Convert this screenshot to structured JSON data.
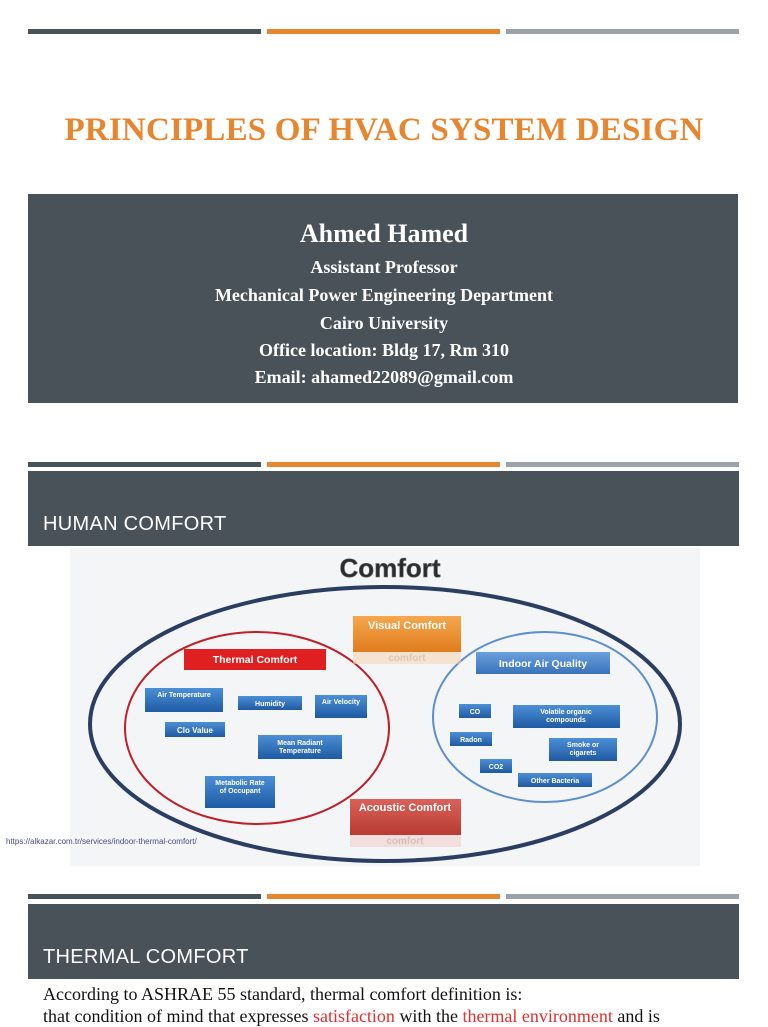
{
  "slide1": {
    "title": "PRINCIPLES OF HVAC SYSTEM DESIGN",
    "author": {
      "name": "Ahmed Hamed",
      "position": "Assistant Professor",
      "department": "Mechanical Power Engineering Department",
      "university": "Cairo University",
      "office": "Office location: Bldg  17, Rm 310",
      "email": "Email: ahamed22089@gmail.com"
    }
  },
  "slide2": {
    "title": "HUMAN COMFORT",
    "figure": {
      "title": "Comfort",
      "visual_comfort": "Visual Comfort",
      "acoustic_comfort": "Acoustic Comfort",
      "reflection_text": "comfort",
      "thermal": {
        "label": "Thermal Comfort",
        "items": {
          "air_temperature": "Air Temperature",
          "humidity": "Humidity",
          "air_velocity": "Air Velocity",
          "clo_value": "Clo Value",
          "mean_radiant": "Mean Radiant Temperature",
          "metabolic": "Metabolic Rate of Occupant"
        }
      },
      "iaq": {
        "label": "Indoor Air Quality",
        "items": {
          "co": "CO",
          "voc": "Volatile organic compounds",
          "radon": "Radon",
          "smoke": "Smoke or cigarets",
          "co2": "CO2",
          "bacteria": "Other Bacteria"
        }
      }
    },
    "source_url": "https://alkazar.com.tr/services/indoor-thermal-comfort/"
  },
  "slide3": {
    "title": "THERMAL COMFORT",
    "line1": "According to ASHRAE 55 standard, thermal comfort definition is:",
    "line2": {
      "part1": "that condition of mind that expresses ",
      "satisfaction": "satisfaction",
      "part2": " with the ",
      "environment": "thermal environment",
      "part3": " and is"
    }
  },
  "colors": {
    "dark": "#485258",
    "orange": "#e8862f",
    "gray": "#9ca2a8",
    "red_box": "#e02020",
    "blue_box": "#2f6bb3",
    "navy_ellipse": "#2b3e62",
    "red_text": "#e03030"
  }
}
